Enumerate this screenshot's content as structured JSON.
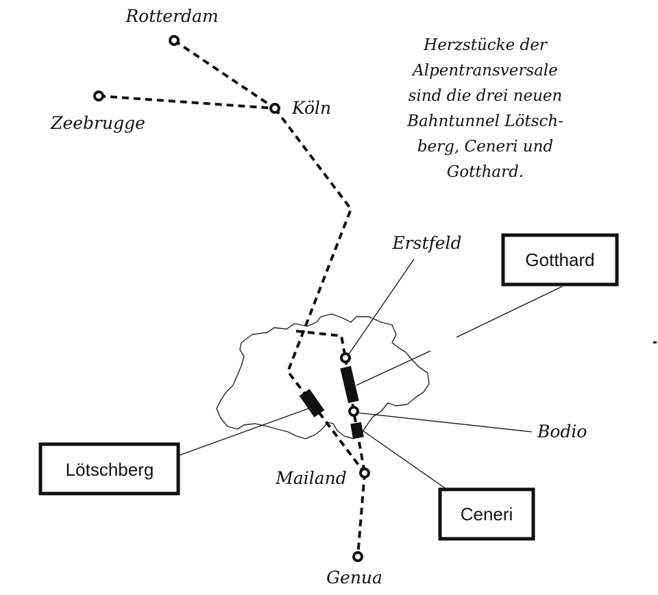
{
  "map": {
    "intro_lines": [
      "Herzstücke der",
      "Alpentransversale",
      "sind die drei neuen",
      "Bahntunnel Lötsch-",
      "berg, Ceneri und",
      "Gotthard."
    ],
    "cities": {
      "rotterdam": "Rotterdam",
      "zeebrugge": "Zeebrugge",
      "koeln": "Köln",
      "erstfeld": "Erstfeld",
      "bodio": "Bodio",
      "mailand": "Mailand",
      "genua": "Genua"
    },
    "tunnels": {
      "gotthard": "Gotthard",
      "loetschberg": "Lötschberg",
      "ceneri": "Ceneri"
    },
    "colors": {
      "ink": "#111111",
      "background": "#ffffff"
    }
  }
}
